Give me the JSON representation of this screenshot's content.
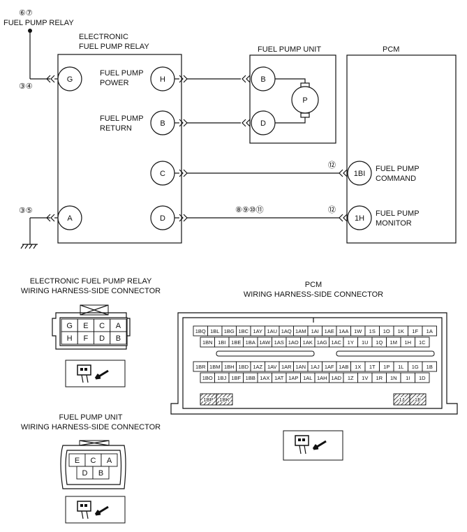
{
  "top": {
    "relay_ref": "⑥⑦",
    "relay_label": "FUEL PUMP RELAY"
  },
  "relay": {
    "title_line1": "ELECTRONIC",
    "title_line2": "FUEL PUMP RELAY",
    "pins": {
      "g": "G",
      "a": "A",
      "h": "H",
      "b": "B",
      "c": "C",
      "d": "D"
    },
    "ref_g": "③④",
    "ref_a": "③⑤",
    "sig_power_1": "FUEL PUMP",
    "sig_power_2": "POWER",
    "sig_return_1": "FUEL PUMP",
    "sig_return_2": "RETURN"
  },
  "pump_unit": {
    "title": "FUEL PUMP UNIT",
    "pins": {
      "b": "B",
      "d": "D"
    },
    "motor": "P"
  },
  "pcm": {
    "title": "PCM",
    "pins": {
      "bi": "1BI",
      "h": "1H"
    },
    "ref_bi": "⑫",
    "ref_h": "⑫",
    "cmd_1": "FUEL PUMP",
    "cmd_2": "COMMAND",
    "mon_1": "FUEL PUMP",
    "mon_2": "MONITOR"
  },
  "wire_ref_d": "⑧⑨⑩⑪",
  "relay_connector": {
    "title_1": "ELECTRONIC FUEL PUMP RELAY",
    "title_2": "WIRING HARNESS-SIDE CONNECTOR",
    "row1": [
      "G",
      "E",
      "C",
      "A"
    ],
    "row2": [
      "H",
      "F",
      "D",
      "B"
    ]
  },
  "pump_connector": {
    "title_1": "FUEL PUMP UNIT",
    "title_2": "WIRING HARNESS-SIDE CONNECTOR",
    "row1": [
      "E",
      "C",
      "A"
    ],
    "row2": [
      "D",
      "B"
    ]
  },
  "pcm_connector": {
    "title_1": "PCM",
    "title_2": "WIRING HARNESS-SIDE CONNECTOR",
    "row1": [
      "1BQ",
      "1BL",
      "1BG",
      "1BC",
      "1AY",
      "1AU",
      "1AQ",
      "1AM",
      "1AI",
      "1AE",
      "1AA",
      "1W",
      "1S",
      "1O",
      "1K",
      "1F",
      "1A"
    ],
    "row2": [
      "1BN",
      "1BI",
      "1BE",
      "1BA",
      "1AW",
      "1AS",
      "1AO",
      "1AK",
      "1AG",
      "1AC",
      "1Y",
      "1U",
      "1Q",
      "1M",
      "1H",
      "1C"
    ],
    "row3": [
      "1BR",
      "1BM",
      "1BH",
      "1BD",
      "1AZ",
      "1AV",
      "1AR",
      "1AN",
      "1AJ",
      "1AF",
      "1AB",
      "1X",
      "1T",
      "1P",
      "1L",
      "1G",
      "1B"
    ],
    "row4": [
      "1BO",
      "1BJ",
      "1BF",
      "1BB",
      "1AX",
      "1AT",
      "1AP",
      "1AL",
      "1AH",
      "1AD",
      "1Z",
      "1V",
      "1R",
      "1N",
      "1I",
      "1D"
    ],
    "left_bottom": [
      "1BP",
      "1BK"
    ],
    "right_bottom": [
      "1J",
      "1E"
    ]
  }
}
